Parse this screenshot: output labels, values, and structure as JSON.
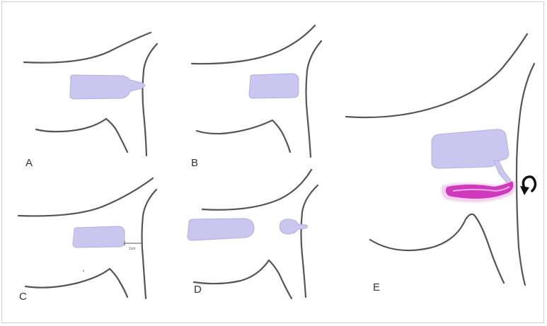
{
  "panels": [
    {
      "id": "A",
      "label": "A"
    },
    {
      "id": "B",
      "label": "B"
    },
    {
      "id": "C",
      "label": "C",
      "scale_text": "1cm"
    },
    {
      "id": "D",
      "label": "D"
    },
    {
      "id": "E",
      "label": "E"
    }
  ],
  "colors": {
    "outline": "#555555",
    "fistula_fill": "#c9c6ef",
    "fistula_stroke": "#b3b0e3",
    "tissue_magenta": "#c81fb4",
    "arrow": "#111111",
    "border": "#cfcfcf"
  }
}
